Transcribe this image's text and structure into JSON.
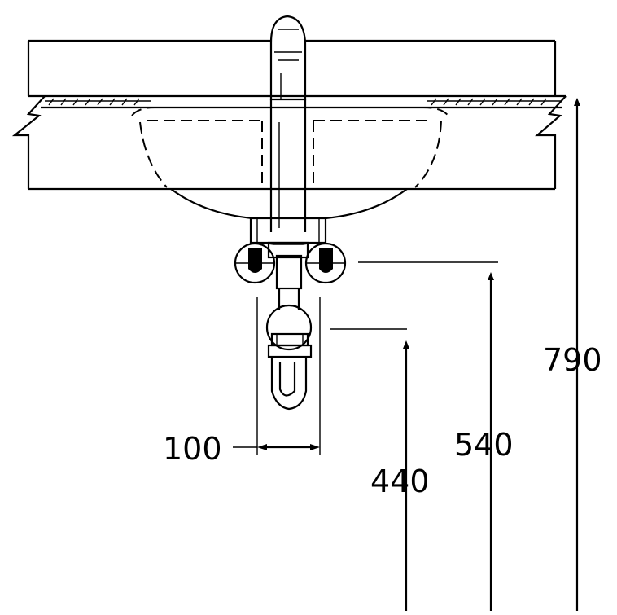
{
  "dimensions": {
    "d100": "100",
    "d440": "440",
    "d540": "540",
    "d790": "790"
  },
  "colors": {
    "line": "#000000",
    "background": "#ffffff"
  }
}
